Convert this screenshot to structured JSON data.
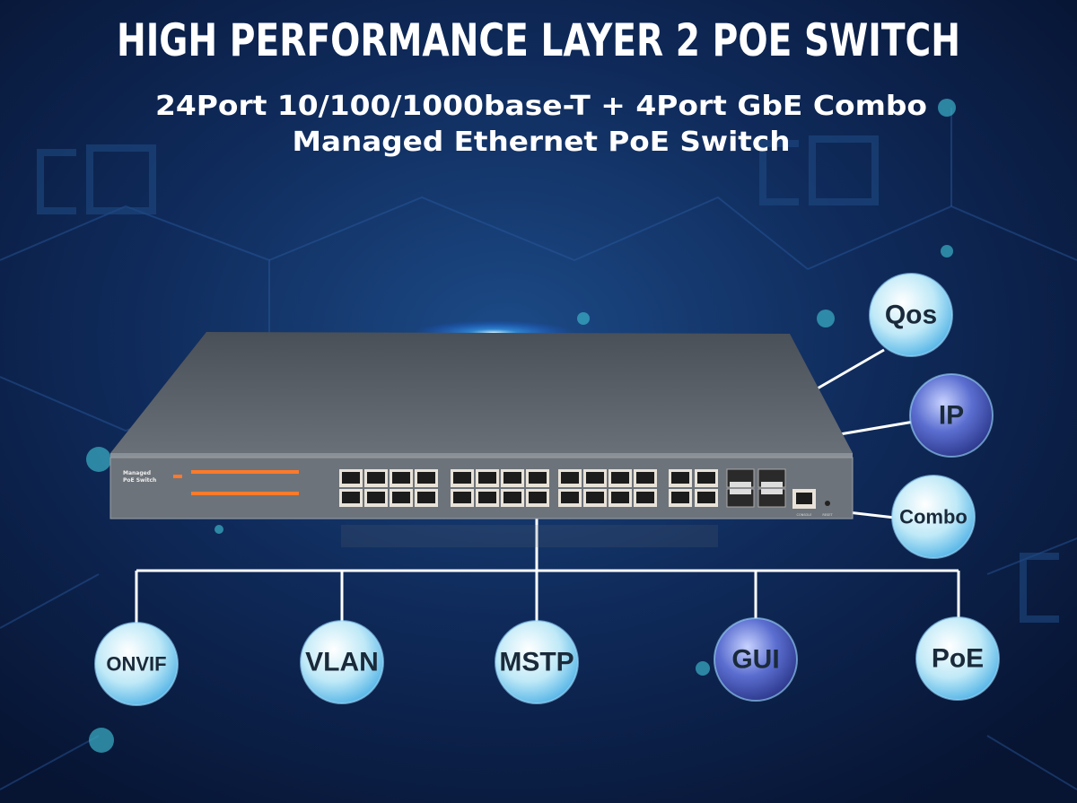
{
  "headline": "HIGH PERFORMANCE LAYER 2 POE SWITCH",
  "subtitle_line1": "24Port 10/100/1000base-T  + 4Port GbE Combo",
  "subtitle_line2": "Managed Ethernet PoE Switch",
  "device": {
    "label_line1": "Managed",
    "label_line2": "PoE Switch",
    "console_label": "CONSOLE",
    "reset_label": "RESET",
    "rj45_ports": 24,
    "combo_ports": 4
  },
  "features_side": [
    {
      "label": "Qos",
      "style": "light"
    },
    {
      "label": "IP",
      "style": "dark"
    },
    {
      "label": "Combo",
      "style": "light"
    }
  ],
  "features_bottom": [
    {
      "label": "ONVIF",
      "style": "light"
    },
    {
      "label": "VLAN",
      "style": "light"
    },
    {
      "label": "MSTP",
      "style": "light"
    },
    {
      "label": "GUI",
      "style": "dark"
    },
    {
      "label": "PoE",
      "style": "light"
    }
  ],
  "colors": {
    "background": "#0a1a3a",
    "accent_led": "#ff7a2a",
    "bubble_light": "#bfe9f7",
    "bubble_dark": "#4457b0"
  }
}
